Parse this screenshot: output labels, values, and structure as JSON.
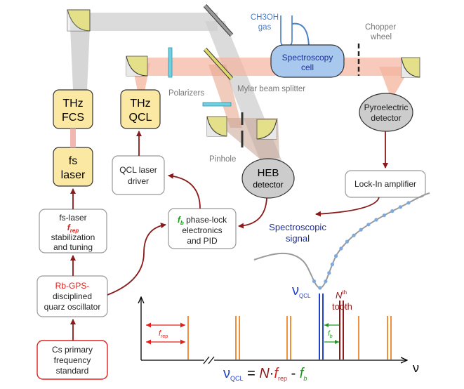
{
  "colors": {
    "dark_red": "#8b1a1a",
    "red": "#e0201c",
    "blue": "#1f3fd1",
    "green": "#1a9a1a",
    "yellow_box": "#fbe9a3",
    "gray_box": "#cfcfcf",
    "orange_line": "#f0903c",
    "beam_orange": "#f4b49e",
    "beam_gray": "#cccccc",
    "mirror_yellow": "#e4e08a",
    "splitter_blue": "#6fd0e0",
    "signal_point": "#7fa8dd"
  },
  "blocks": {
    "thz_fcs": [
      "THz",
      "FCS"
    ],
    "fs_laser": [
      "fs",
      "laser"
    ],
    "thz_qcl": [
      "THz",
      "QCL"
    ],
    "qcl_driver": [
      "QCL laser",
      "driver"
    ],
    "fs_stab": {
      "line1": "fs-laser",
      "frep_sym": "f",
      "frep_sub": "rep",
      "line3": "stabilization",
      "line4": "and tuning"
    },
    "rb_gps": {
      "line1": "Rb-GPS-",
      "line2": "disciplined",
      "line3": "quarz oscillator"
    },
    "cs_primary": [
      "Cs primary",
      "frequency",
      "standard"
    ],
    "phase_lock": {
      "sym": "f",
      "sub": "b",
      "line1_rest": " phase-lock",
      "line2": "electronics",
      "line3": "and PID"
    },
    "heb": [
      "HEB",
      "detector"
    ],
    "pyro": [
      "Pyroelectric",
      "detector"
    ],
    "lockin": "Lock-In amplifier",
    "spec_cell": [
      "Spectroscopy",
      "cell"
    ]
  },
  "labels": {
    "ch3oh": "CH3OH",
    "gas": "gas",
    "chopper": [
      "Chopper",
      "wheel"
    ],
    "polarizers": "Polarizers",
    "mylar": "Mylar beam splitter",
    "pinhole": "Pinhole",
    "spec_signal": [
      "Spectroscopic",
      "signal"
    ],
    "nu_qcl_sym": "ν",
    "nu_qcl_sub": "QCL",
    "nth": "N",
    "nth_sup": "th",
    "tooth": "tooth",
    "frep_sym": "f",
    "frep_sub": "rep",
    "fb_sym": "f",
    "fb_sub": "b",
    "axis_nu": "ν"
  },
  "equation": {
    "nu": "ν",
    "nu_sub": "QCL",
    "eq": " = ",
    "N": "N",
    "dot": "·",
    "f": "f",
    "rep": "rep",
    "minus": " - ",
    "fb": "f",
    "b": "b"
  }
}
